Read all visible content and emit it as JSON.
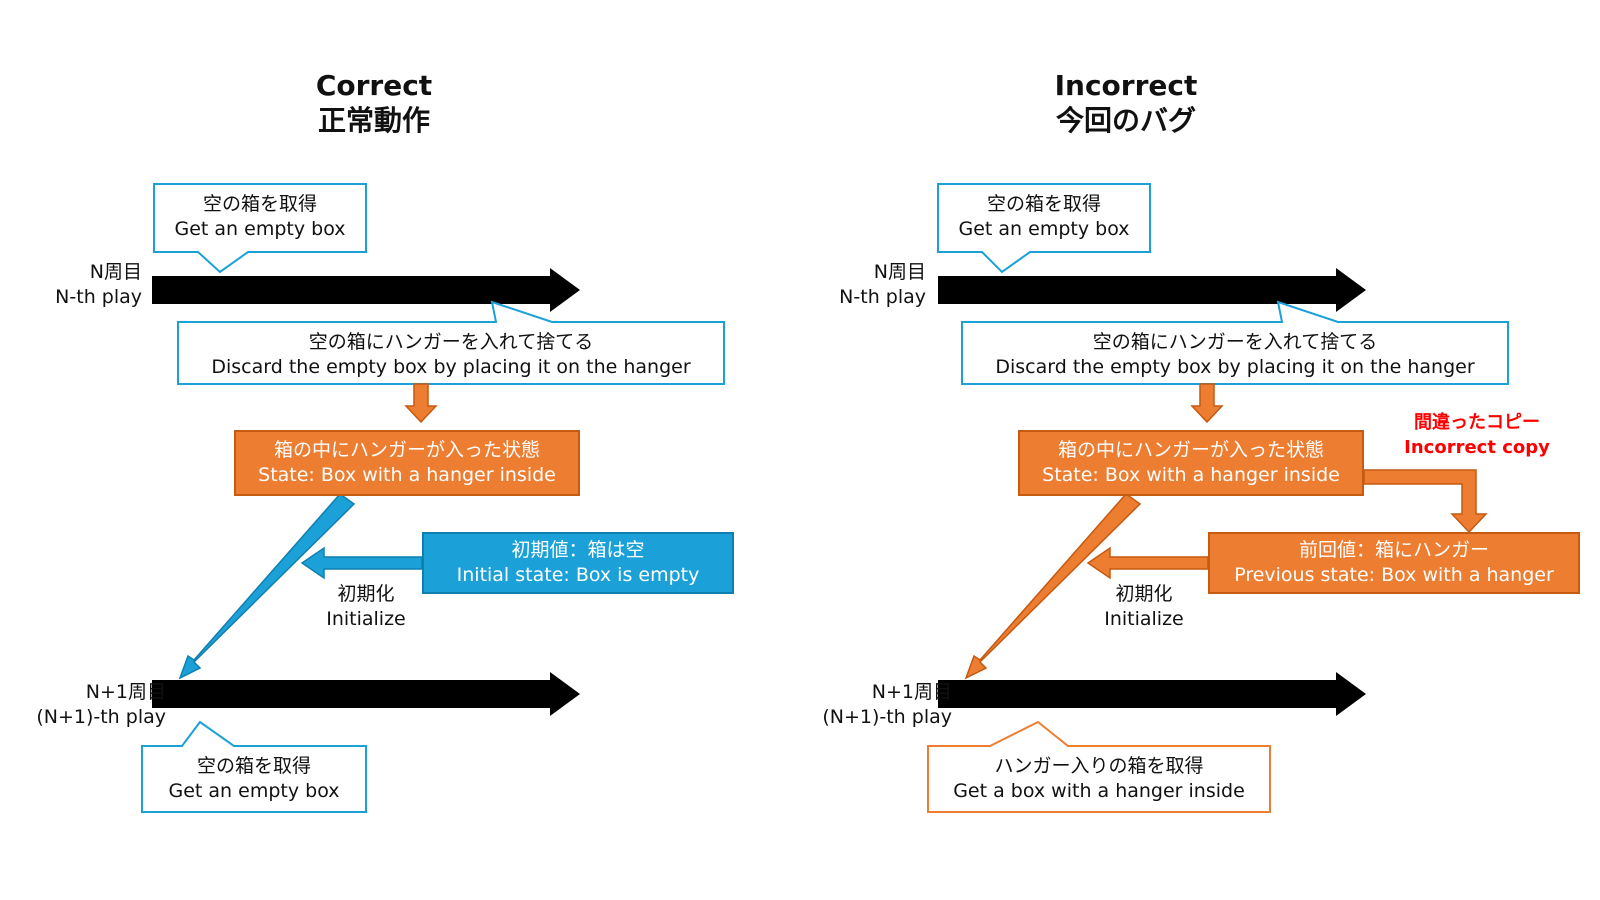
{
  "colors": {
    "callout_blue": "#1ba1d8",
    "callout_orange": "#ed7d31",
    "box_orange": "#ed7d31",
    "box_blue": "#1ba1d8",
    "timeline": "#000000",
    "note_red": "#ff0000"
  },
  "correct": {
    "title_en": "Correct",
    "title_ja": "正常動作",
    "get_box": {
      "ja": "空の箱を取得",
      "en": "Get an empty box"
    },
    "row_n": {
      "ja": "N周目",
      "en": "N-th play"
    },
    "discard": {
      "ja": "空の箱にハンガーを入れて捨てる",
      "en": "Discard the empty box by placing it on the hanger"
    },
    "state": {
      "ja": "箱の中にハンガーが入った状態",
      "en": "State: Box with a hanger inside"
    },
    "init_value": {
      "ja": "初期値：箱は空",
      "en": "Initial state: Box is empty"
    },
    "init_label": {
      "ja": "初期化",
      "en": "Initialize"
    },
    "row_n1": {
      "ja": "N+1周目",
      "en": "(N+1)-th play"
    },
    "get_box2": {
      "ja": "空の箱を取得",
      "en": "Get an empty box"
    }
  },
  "incorrect": {
    "title_en": "Incorrect",
    "title_ja": "今回のバグ",
    "get_box": {
      "ja": "空の箱を取得",
      "en": "Get an empty box"
    },
    "row_n": {
      "ja": "N周目",
      "en": "N-th play"
    },
    "discard": {
      "ja": "空の箱にハンガーを入れて捨てる",
      "en": "Discard the empty box by placing it on the hanger"
    },
    "state": {
      "ja": "箱の中にハンガーが入った状態",
      "en": "State: Box with a hanger inside"
    },
    "note": {
      "ja": "間違ったコピー",
      "en": "Incorrect copy"
    },
    "prev_value": {
      "ja": "前回値：箱にハンガー",
      "en": "Previous state: Box with a hanger"
    },
    "init_label": {
      "ja": "初期化",
      "en": "Initialize"
    },
    "row_n1": {
      "ja": "N+1周目",
      "en": "(N+1)-th play"
    },
    "get_box2": {
      "ja": "ハンガー入りの箱を取得",
      "en": "Get a box with a hanger inside"
    }
  }
}
